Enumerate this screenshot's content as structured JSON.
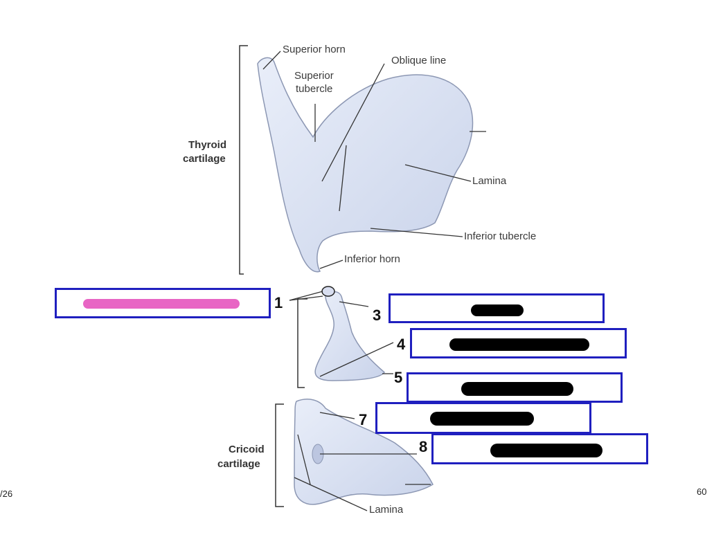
{
  "thyroid": {
    "group_label_line1": "Thyroid",
    "group_label_line2": "cartilage",
    "superior_horn": "Superior horn",
    "superior_tubercle_line1": "Superior",
    "superior_tubercle_line2": "tubercle",
    "oblique_line": "Oblique line",
    "lamina": "Lamina",
    "inferior_tubercle": "Inferior tubercle",
    "inferior_horn": "Inferior horn"
  },
  "arytenoid": {
    "numbers": [
      "1",
      "3",
      "4",
      "5"
    ]
  },
  "cricoid": {
    "group_label_line1": "Cricoid",
    "group_label_line2": "cartilage",
    "numbers": [
      "7",
      "8"
    ],
    "lamina": "Lamina"
  },
  "answer_boxes": {
    "border_color": "#1f1fbf",
    "redaction_pink": "#e865c4",
    "redaction_black": "#000000"
  },
  "footer": {
    "left_fragment": "/26",
    "page_number": "60"
  }
}
